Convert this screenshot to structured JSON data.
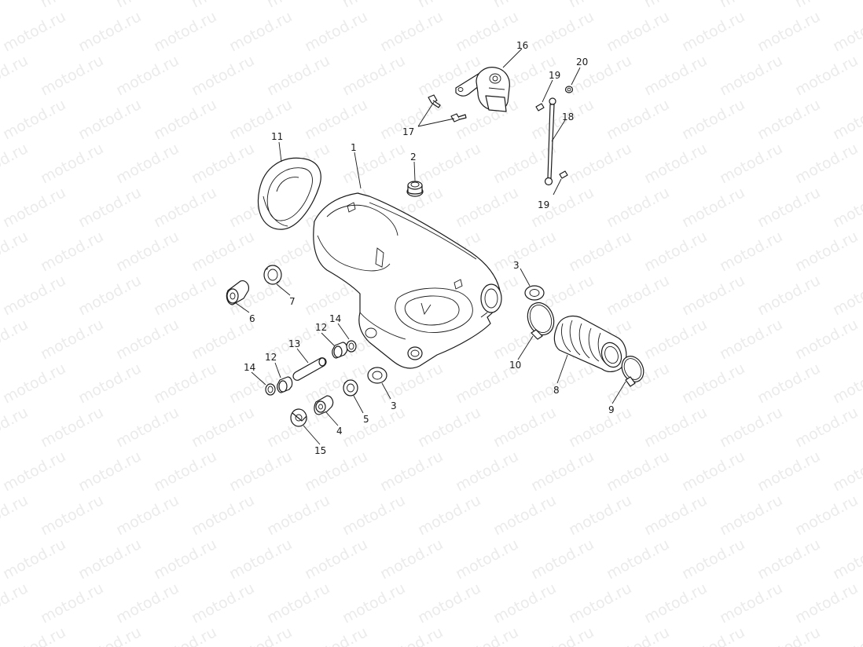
{
  "watermark": {
    "text": "motod.ru"
  },
  "callouts": [
    {
      "id": "c1",
      "text": "1"
    },
    {
      "id": "c2",
      "text": "2"
    },
    {
      "id": "c3a",
      "text": "3"
    },
    {
      "id": "c3b",
      "text": "3"
    },
    {
      "id": "c4",
      "text": "4"
    },
    {
      "id": "c5",
      "text": "5"
    },
    {
      "id": "c6",
      "text": "6"
    },
    {
      "id": "c7",
      "text": "7"
    },
    {
      "id": "c8",
      "text": "8"
    },
    {
      "id": "c9",
      "text": "9"
    },
    {
      "id": "c10",
      "text": "10"
    },
    {
      "id": "c11",
      "text": "11"
    },
    {
      "id": "c12a",
      "text": "12"
    },
    {
      "id": "c12b",
      "text": "12"
    },
    {
      "id": "c13",
      "text": "13"
    },
    {
      "id": "c14a",
      "text": "14"
    },
    {
      "id": "c14b",
      "text": "14"
    },
    {
      "id": "c15",
      "text": "15"
    },
    {
      "id": "c16",
      "text": "16"
    },
    {
      "id": "c17",
      "text": "17"
    },
    {
      "id": "c18",
      "text": "18"
    },
    {
      "id": "c19a",
      "text": "19"
    },
    {
      "id": "c19b",
      "text": "19"
    },
    {
      "id": "c20",
      "text": "20"
    }
  ]
}
